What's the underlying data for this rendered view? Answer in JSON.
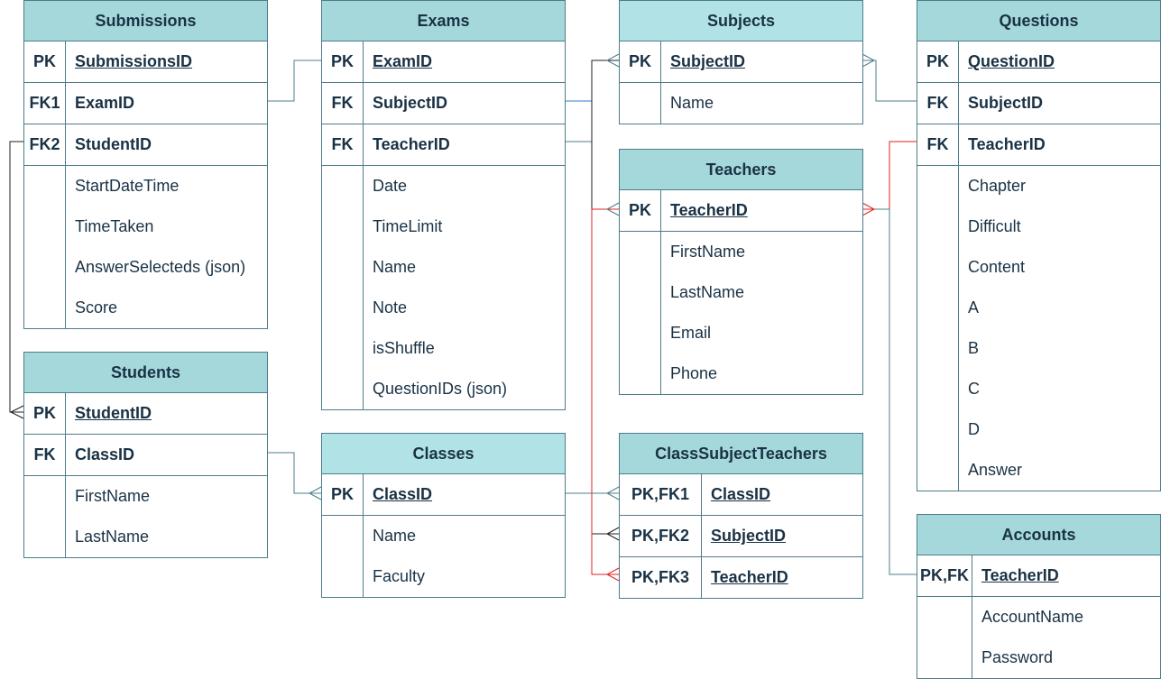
{
  "colors": {
    "header_fill": "#a5d8da",
    "header_fill_alt": "#b1e3e6",
    "border": "#4d7c8a",
    "text": "#1a3245",
    "connector_dark": "#1f1f1f",
    "connector_red": "#e02020",
    "connector_blue": "#2e7dd1",
    "connector_teal": "#4d7c8a"
  },
  "entities": {
    "submissions": {
      "title": "Submissions",
      "rows": [
        {
          "key": "PK",
          "name": "SubmissionsID"
        },
        {
          "key": "FK1",
          "name": "ExamID"
        },
        {
          "key": "FK2",
          "name": "StudentID"
        },
        {
          "key": "",
          "name": "StartDateTime"
        },
        {
          "key": "",
          "name": "TimeTaken"
        },
        {
          "key": "",
          "name": "AnswerSelecteds (json)"
        },
        {
          "key": "",
          "name": "Score"
        }
      ]
    },
    "exams": {
      "title": "Exams",
      "rows": [
        {
          "key": "PK",
          "name": "ExamID"
        },
        {
          "key": "FK",
          "name": "SubjectID"
        },
        {
          "key": "FK",
          "name": "TeacherID"
        },
        {
          "key": "",
          "name": "Date"
        },
        {
          "key": "",
          "name": "TimeLimit"
        },
        {
          "key": "",
          "name": "Name"
        },
        {
          "key": "",
          "name": "Note"
        },
        {
          "key": "",
          "name": "isShuffle"
        },
        {
          "key": "",
          "name": "QuestionIDs (json)"
        }
      ]
    },
    "subjects": {
      "title": "Subjects",
      "rows": [
        {
          "key": "PK",
          "name": "SubjectID"
        },
        {
          "key": "",
          "name": "Name"
        }
      ]
    },
    "questions": {
      "title": "Questions",
      "rows": [
        {
          "key": "PK",
          "name": "QuestionID"
        },
        {
          "key": "FK",
          "name": "SubjectID"
        },
        {
          "key": "FK",
          "name": "TeacherID"
        },
        {
          "key": "",
          "name": "Chapter"
        },
        {
          "key": "",
          "name": "Difficult"
        },
        {
          "key": "",
          "name": "Content"
        },
        {
          "key": "",
          "name": "A"
        },
        {
          "key": "",
          "name": "B"
        },
        {
          "key": "",
          "name": "C"
        },
        {
          "key": "",
          "name": "D"
        },
        {
          "key": "",
          "name": "Answer"
        }
      ]
    },
    "teachers": {
      "title": "Teachers",
      "rows": [
        {
          "key": "PK",
          "name": "TeacherID"
        },
        {
          "key": "",
          "name": "FirstName"
        },
        {
          "key": "",
          "name": "LastName"
        },
        {
          "key": "",
          "name": "Email"
        },
        {
          "key": "",
          "name": "Phone"
        }
      ]
    },
    "students": {
      "title": "Students",
      "rows": [
        {
          "key": "PK",
          "name": "StudentID"
        },
        {
          "key": "FK",
          "name": "ClassID"
        },
        {
          "key": "",
          "name": "FirstName"
        },
        {
          "key": "",
          "name": "LastName"
        }
      ]
    },
    "classes": {
      "title": "Classes",
      "rows": [
        {
          "key": "PK",
          "name": "ClassID"
        },
        {
          "key": "",
          "name": "Name"
        },
        {
          "key": "",
          "name": "Faculty"
        }
      ]
    },
    "class_subject_teachers": {
      "title": "ClassSubjectTeachers",
      "rows": [
        {
          "key": "PK,FK1",
          "name": "ClassID"
        },
        {
          "key": "PK,FK2",
          "name": "SubjectID"
        },
        {
          "key": "PK,FK3",
          "name": "TeacherID"
        }
      ]
    },
    "accounts": {
      "title": "Accounts",
      "rows": [
        {
          "key": "PK,FK",
          "name": "TeacherID"
        },
        {
          "key": "",
          "name": "AccountName"
        },
        {
          "key": "",
          "name": "Password"
        }
      ]
    }
  }
}
